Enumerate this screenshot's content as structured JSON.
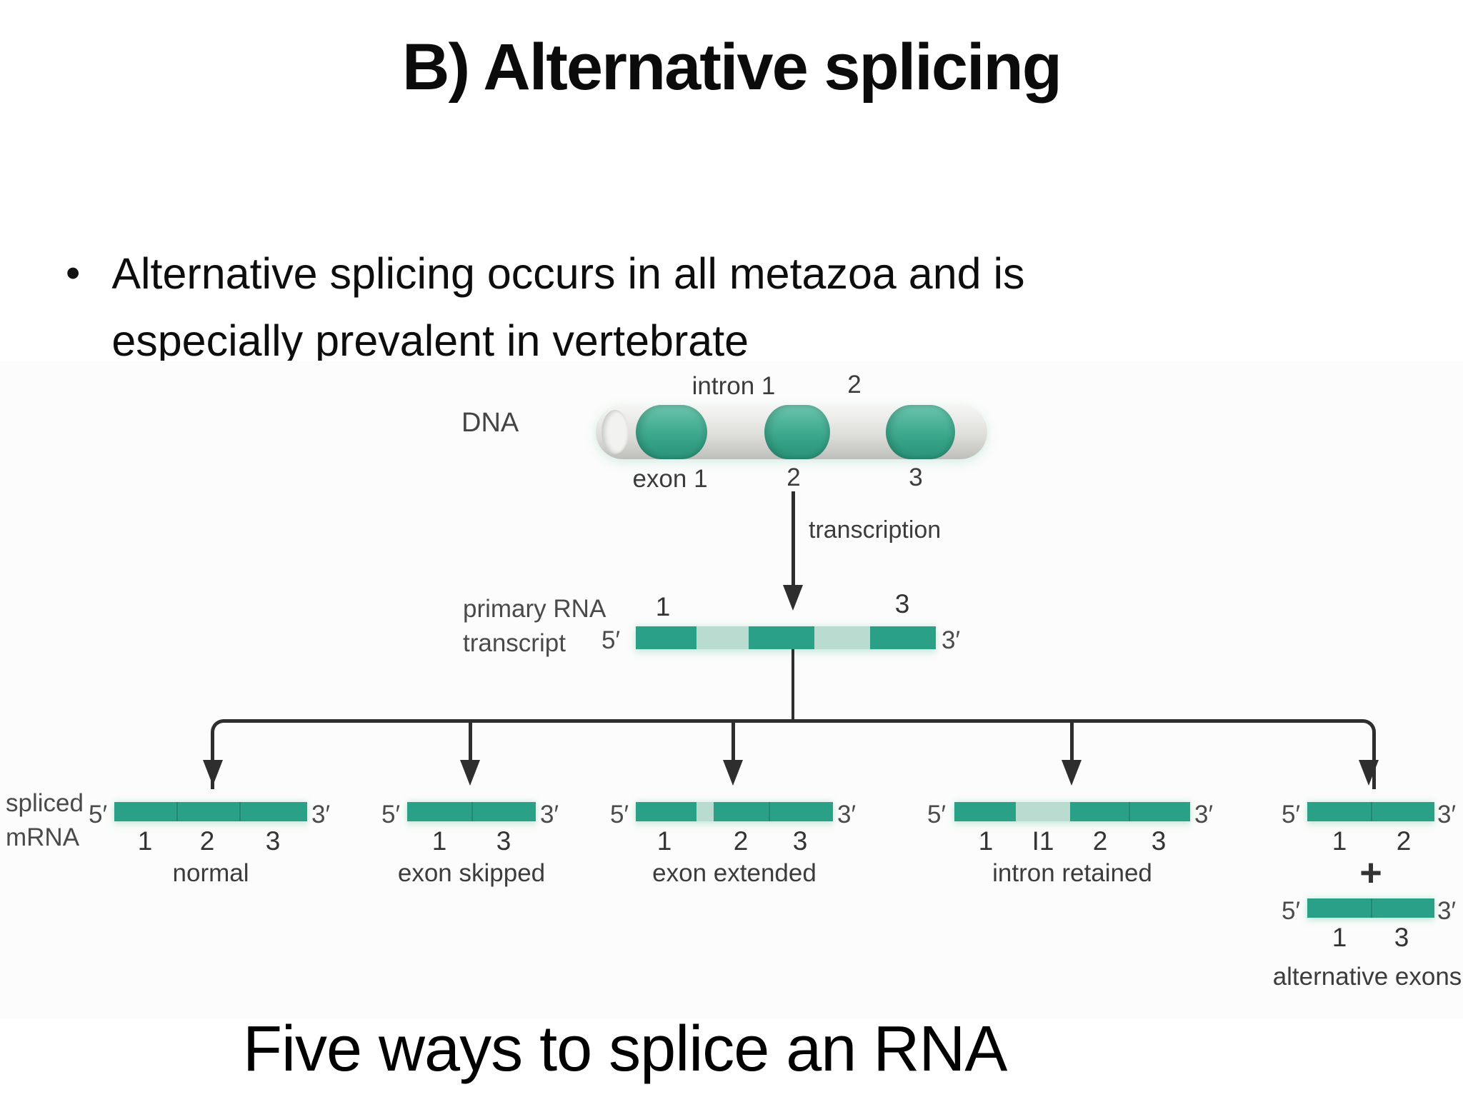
{
  "slide": {
    "title": "B) Alternative splicing",
    "bullet": "Alternative splicing occurs in all metazoa and is especially prevalent in vertebrate",
    "bullet_marker": "•",
    "bottom_caption": "Five ways to splice an RNA"
  },
  "colors": {
    "exon_green": "#2aa187",
    "intron_light_green": "#b9dbd0",
    "cylinder_gray": "#dededb",
    "arrow_dark": "#2e2e2e"
  },
  "figure": {
    "dna": {
      "label": "DNA",
      "intron1_label": "intron 1",
      "intron2_label": "2",
      "exon1_label": "exon 1",
      "exon2_label": "2",
      "exon3_label": "3"
    },
    "transcription_label": "transcription",
    "primary": {
      "label_line1": "primary RNA",
      "label_line2": "transcript",
      "n1": "1",
      "n3": "3"
    },
    "spliced": {
      "line1": "spliced",
      "line2": "mRNA"
    },
    "primes": {
      "five": "5′",
      "three": "3′"
    },
    "variants": [
      {
        "caption": "normal",
        "numbers": [
          "1",
          "2",
          "3"
        ]
      },
      {
        "caption": "exon skipped",
        "numbers": [
          "1",
          "3"
        ]
      },
      {
        "caption": "exon extended",
        "numbers": [
          "1",
          "2",
          "3"
        ]
      },
      {
        "caption": "intron retained",
        "numbers": [
          "1",
          "I1",
          "2",
          "3"
        ]
      },
      {
        "caption": "alternative exons",
        "plus": "+",
        "bar1_numbers": [
          "1",
          "2"
        ],
        "bar2_numbers": [
          "1",
          "3"
        ]
      }
    ]
  }
}
